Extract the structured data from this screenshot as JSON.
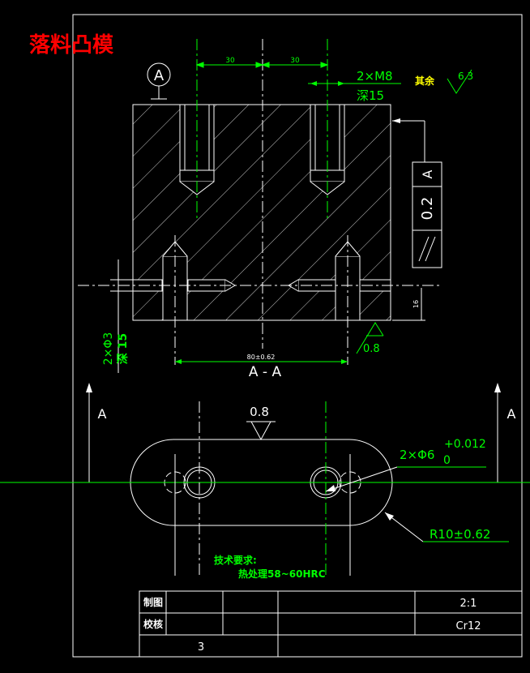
{
  "title": "落料凸模",
  "datum_letter": "A",
  "dims": {
    "hole_left": "30",
    "hole_right": "30",
    "thread_callout": "2×M8",
    "thread_depth": "深15",
    "rest_label": "其余",
    "rest_roughness": "6.3",
    "tolerance_value": "0.2",
    "tolerance_datum": "A",
    "height_16": "16",
    "pin_callout": "2×Φ3",
    "pin_depth": "深 15",
    "bottom_roughness": "0.8",
    "center_dist": "80±0.62",
    "section_label": "A - A",
    "top_roughness": "0.8",
    "hole_callout": "2×Φ6",
    "hole_tol_upper": "+0.012",
    "hole_tol_lower": "0",
    "radius_callout": "R10±0.62"
  },
  "notes": {
    "heading": "技术要求:",
    "heat": "热处理58~60HRC"
  },
  "title_block": {
    "draw_label": "制图",
    "check_label": "校核",
    "scale": "2:1",
    "material": "Cr12",
    "sheet": "3"
  },
  "colors": {
    "frame": "#ffffff",
    "dimension": "#00ff00",
    "title": "#ff0000",
    "note": "#00ff00"
  }
}
